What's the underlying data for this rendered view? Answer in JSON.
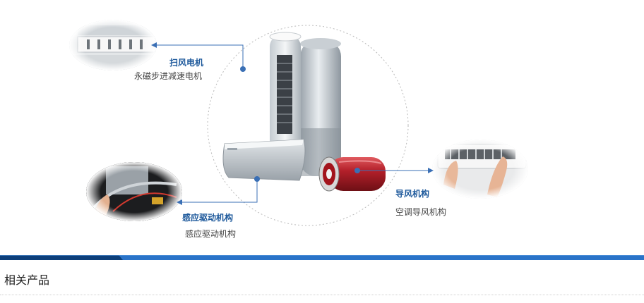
{
  "features": [
    {
      "title": "扫风电机",
      "subtitle": "永磁步进减速电机"
    },
    {
      "title": "导风机构",
      "subtitle": "空调导风机构"
    },
    {
      "title": "感应驱动机构",
      "subtitle": "感应驱动机构"
    }
  ],
  "related_section": {
    "title": "相关产品"
  },
  "colors": {
    "accent": "#1f5a9c",
    "bar_dark": "#0d3f7a",
    "bar_light": "#2a73c8",
    "callout_line": "#3a6fb5",
    "motor_red": "#b3202a"
  },
  "icons": [
    "louver-closeup-icon",
    "hand-adjusting-ac-icon",
    "wiring-sensor-icon",
    "tower-ac-unit-icon",
    "wall-ac-unit-icon",
    "red-motor-icon"
  ]
}
